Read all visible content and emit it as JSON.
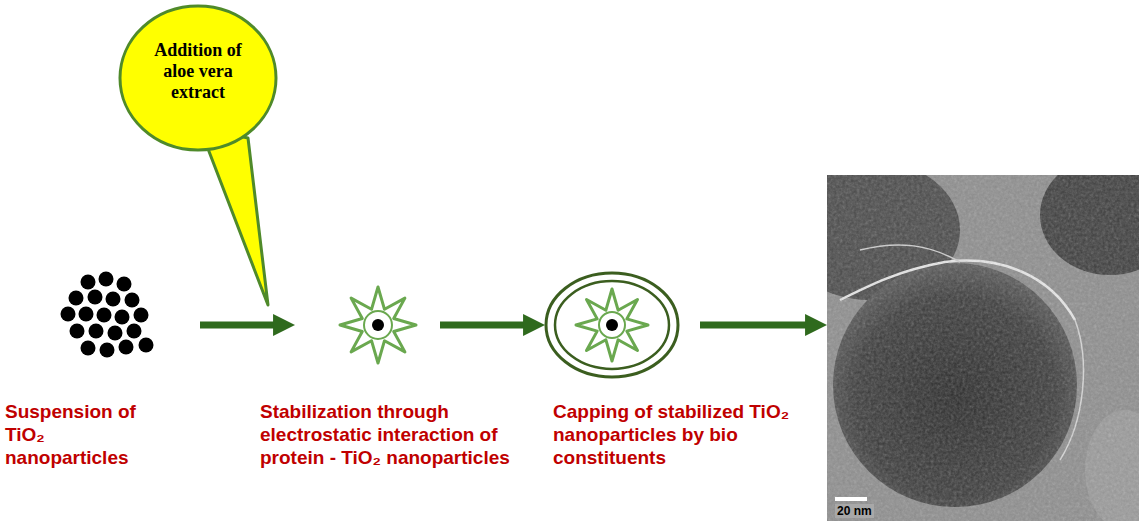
{
  "diagram": {
    "nodes": [
      {
        "text": [
          "Addition of aloe vera extract"
        ]
      },
      {
        "text": [
          "Suspension of TiO₂ nanoparticles"
        ]
      },
      {
        "text": [
          "Stabilization through electrostatic interaction of protein - TiO₂ nanoparticles"
        ]
      },
      {
        "text": [
          "Capping of stabilized TiO₂ nanoparticles by bio constituents"
        ]
      },
      {
        "text": [
          "20 nm"
        ]
      }
    ],
    "edges": [
      {
        "from": 1,
        "to": 2,
        "arrow": "to"
      },
      {
        "from": 2,
        "to": 3,
        "arrow": "to"
      },
      {
        "from": 3,
        "to": 4,
        "arrow": "to"
      }
    ]
  }
}
